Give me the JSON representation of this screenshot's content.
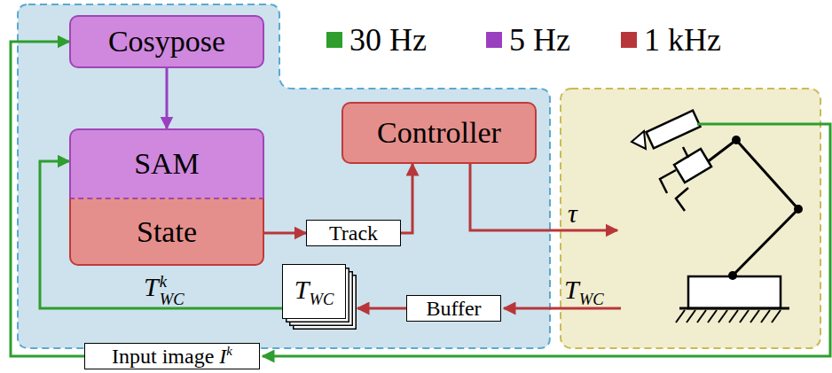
{
  "diagram": {
    "nodes": [
      {
        "text": [
          "Cosypose"
        ]
      },
      {
        "text": [
          "SAM"
        ]
      },
      {
        "text": [
          "State"
        ]
      },
      {
        "text": [
          "Controller"
        ]
      },
      {
        "text": [
          "Track"
        ]
      },
      {
        "text": [
          "TWC"
        ]
      },
      {
        "text": [
          "Buffer"
        ]
      },
      {
        "text": [
          "Input image Ik"
        ]
      }
    ],
    "edges": [
      {
        "from": 0,
        "to": 1,
        "arrow": "to"
      },
      {
        "from": 2,
        "to": 4,
        "arrow": "to"
      },
      {
        "from": 4,
        "to": 3,
        "arrow": "to"
      },
      {
        "from": 6,
        "to": 5,
        "arrow": "to"
      },
      {
        "from": 5,
        "to": 1,
        "arrow": "to"
      },
      {
        "from": 7,
        "to": 0,
        "arrow": "to"
      }
    ],
    "labels": [
      "τ",
      "TWC",
      "TkWC"
    ],
    "legend": [
      {
        "text": "30 Hz",
        "color": "#2e9e2e"
      },
      {
        "text": "5 Hz",
        "color": "#9a3fbf"
      },
      {
        "text": "1 kHz",
        "color": "#b8363a"
      }
    ]
  }
}
